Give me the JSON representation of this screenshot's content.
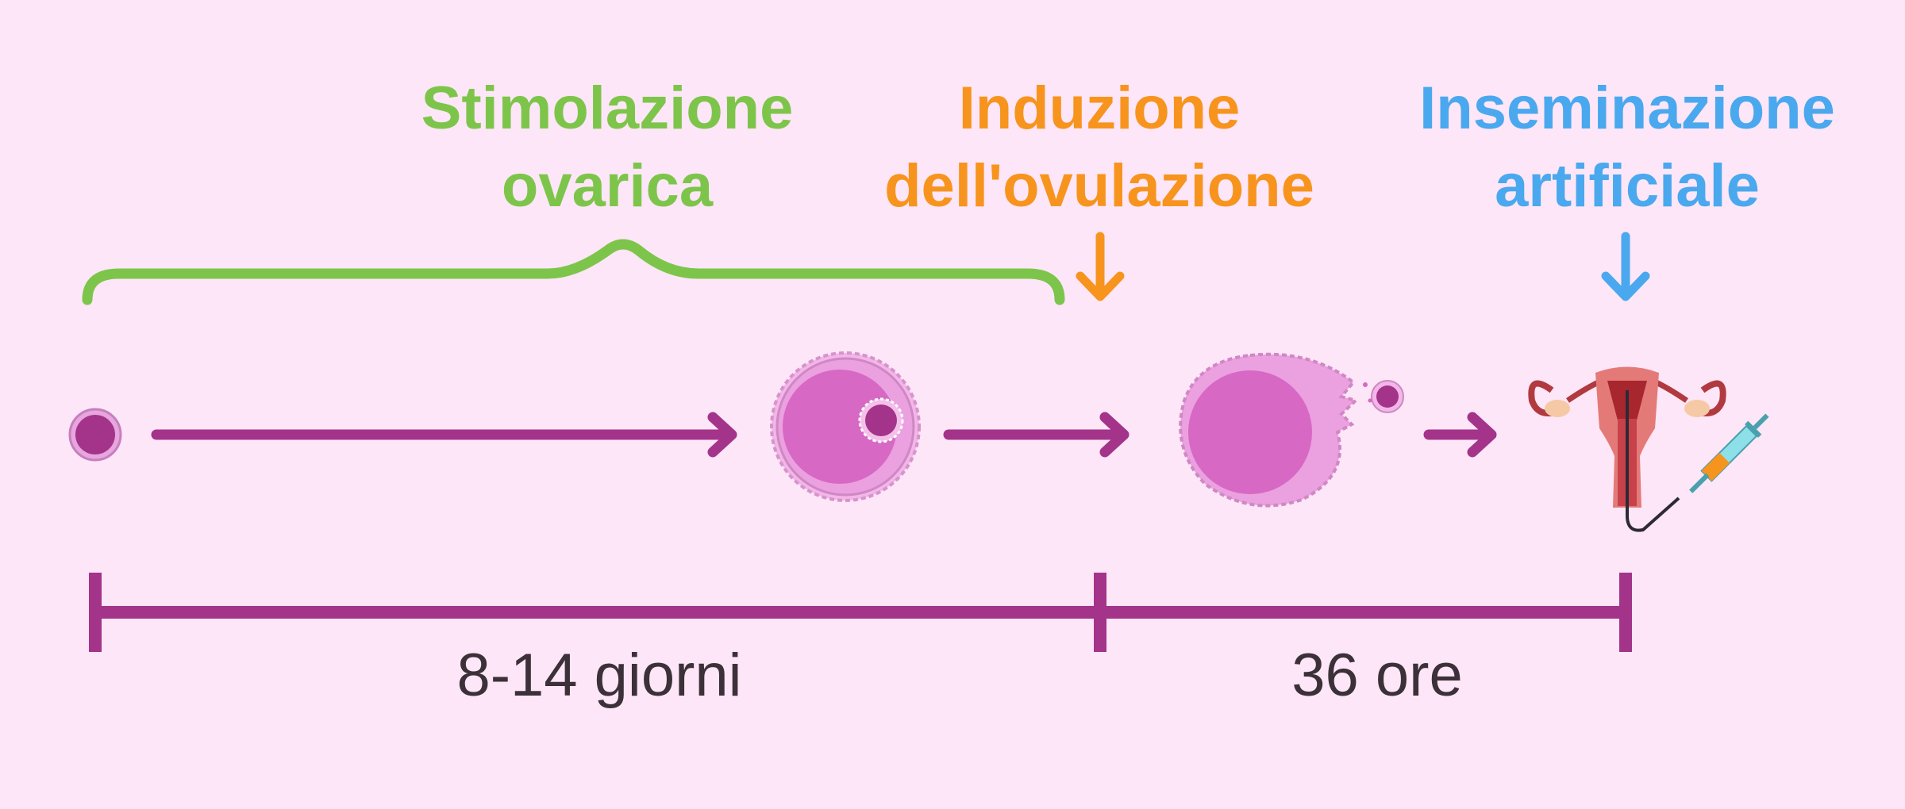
{
  "labels": {
    "stimulation": {
      "line1": "Stimolazione",
      "line2": "ovarica"
    },
    "induction": {
      "line1": "Induzione",
      "line2": "dell'ovulazione"
    },
    "insemination": {
      "line1": "Inseminazione",
      "line2": "artificiale"
    }
  },
  "durations": {
    "first": "8-14 giorni",
    "second": "36 ore"
  },
  "colors": {
    "background": "#fde6f7",
    "stimulation": "#7dc54a",
    "induction": "#f7941d",
    "insemination": "#4aa8ee",
    "timeline": "#a3348a",
    "follicle": "#d768c4"
  }
}
